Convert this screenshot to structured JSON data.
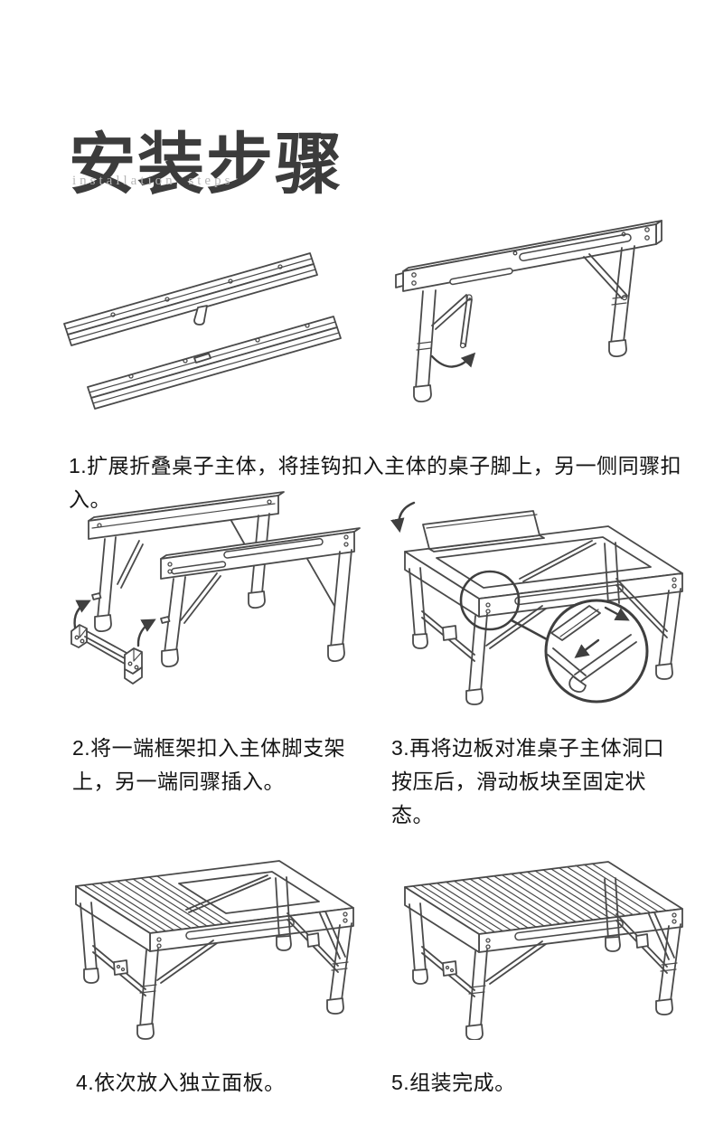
{
  "header": {
    "title_cn": "安装步骤",
    "title_en": "installation steps"
  },
  "steps": [
    {
      "number": "1",
      "text": "1.扩展折叠桌子主体，将挂钩扣入主体的桌子脚上，另一侧同骤扣入。",
      "illustrations": [
        "folded-table-rails",
        "unfolded-trestle-with-rotation-arrow"
      ]
    },
    {
      "number": "2",
      "text": "2.将一端框架扣入主体脚支架上，另一端同骤插入。",
      "illustrations": [
        "two-trestles-with-crossbar-and-arrows"
      ]
    },
    {
      "number": "3",
      "text": "3.再将边板对准桌子主体洞口按压后，滑动板块至固定状态。",
      "illustrations": [
        "frame-with-side-panel-and-magnified-corner"
      ]
    },
    {
      "number": "4",
      "text": "4.依次放入独立面板。",
      "illustrations": [
        "table-partially-planked"
      ]
    },
    {
      "number": "5",
      "text": "5.组装完成。",
      "illustrations": [
        "assembled-table"
      ]
    }
  ],
  "colors": {
    "background": "#ffffff",
    "title_text": "#3c3c3c",
    "subtitle_text": "#b5b5b5",
    "caption_text": "#141414",
    "line_art": "#4a4a4a"
  }
}
